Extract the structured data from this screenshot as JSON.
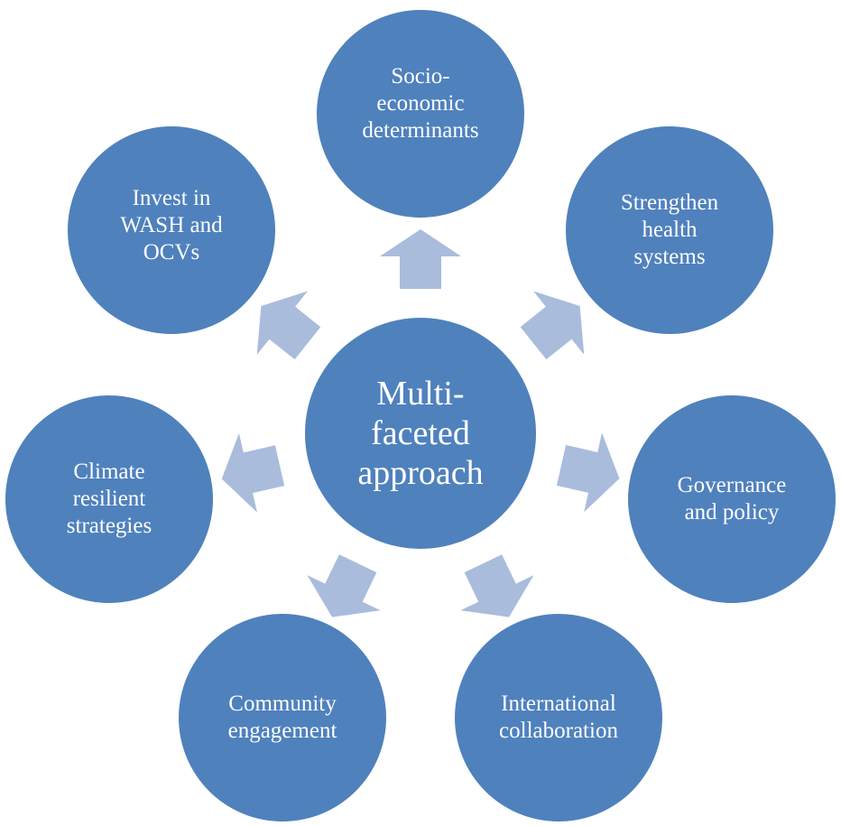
{
  "diagram": {
    "center": {
      "label": "Multi-\nfaceted\napproach"
    },
    "nodes": [
      {
        "id": "top",
        "label": "Socio-\neconomic\ndeterminants"
      },
      {
        "id": "tr",
        "label": "Strengthen\nhealth\nsystems"
      },
      {
        "id": "right",
        "label": "Governance\nand policy"
      },
      {
        "id": "br",
        "label": "International\ncollaboration"
      },
      {
        "id": "bl",
        "label": "Community\nengagement"
      },
      {
        "id": "left",
        "label": "Climate\nresilient\nstrategies"
      },
      {
        "id": "tl",
        "label": "Invest in\nWASH and\nOCVs"
      }
    ],
    "colors": {
      "node_fill": "#4f81bd",
      "arrow_fill": "#a9bcdc",
      "text": "#ffffff"
    }
  }
}
